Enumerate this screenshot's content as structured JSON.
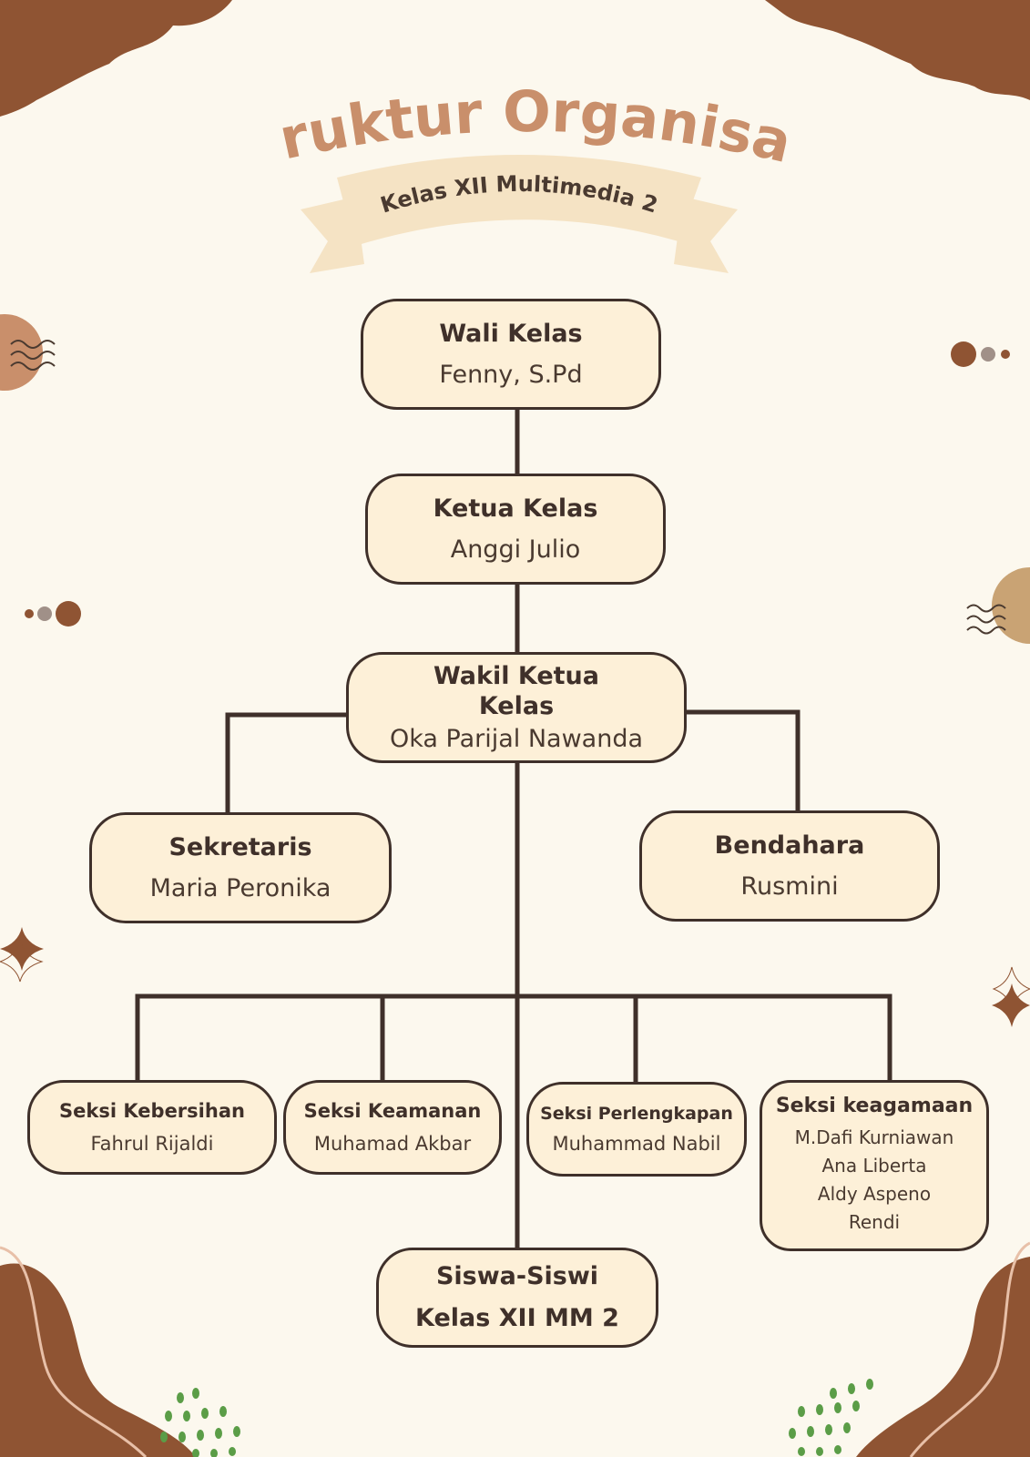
{
  "header": {
    "title": "Struktur Organisasi",
    "subtitle": "Kelas  XII Multimedia 2"
  },
  "nodes": {
    "wali": {
      "role": "Wali Kelas",
      "name": "Fenny, S.Pd"
    },
    "ketua": {
      "role": "Ketua Kelas",
      "name": "Anggi Julio"
    },
    "wakil": {
      "role_line1": "Wakil Ketua",
      "role_line2": "Kelas",
      "name": "Oka Parijal Nawanda"
    },
    "sekretaris": {
      "role": "Sekretaris",
      "name": "Maria Peronika"
    },
    "bendahara": {
      "role": "Bendahara",
      "name": "Rusmini"
    },
    "kebersihan": {
      "role": "Seksi Kebersihan",
      "name": "Fahrul Rijaldi"
    },
    "keamanan": {
      "role": "Seksi Keamanan",
      "name": "Muhamad Akbar"
    },
    "perlengkapan": {
      "role": "Seksi Perlengkapan",
      "name": "Muhammad Nabil"
    },
    "keagamaan": {
      "role": "Seksi keagamaan",
      "names": [
        "M.Dafi Kurniawan",
        "Ana Liberta",
        "Aldy Aspeno",
        "Rendi"
      ]
    },
    "siswa": {
      "role_line1": "Siswa-Siswi",
      "role_line2": "Kelas XII MM 2"
    }
  },
  "colors": {
    "background": "#fcf8ee",
    "box_fill": "#fdf0d8",
    "line": "#3f302a",
    "title": "#c98f6b",
    "brown_accent": "#8f5433",
    "green_dots": "#5b9d47"
  }
}
